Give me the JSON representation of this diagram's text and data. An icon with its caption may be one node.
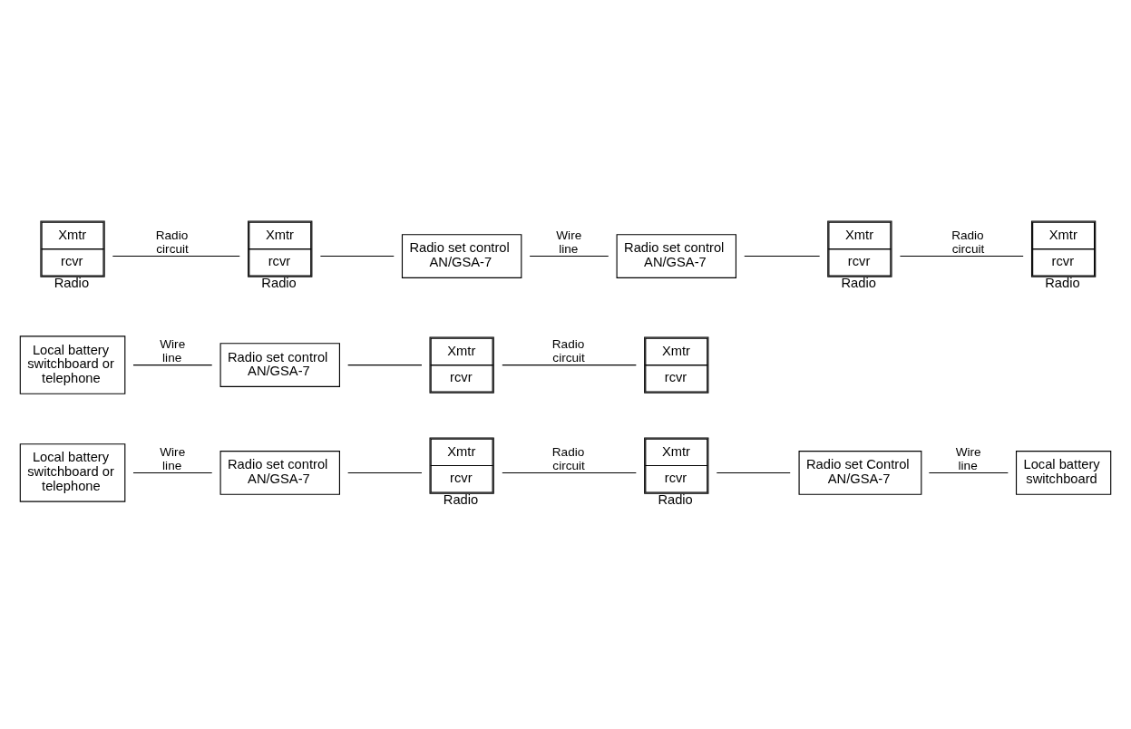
{
  "diagram": {
    "nodes": [
      {
        "text": [
          "Local battery switchboard or telephone"
        ]
      },
      {
        "text": [
          "Radio set control AN/GSA-7"
        ]
      },
      {
        "text": [
          "Xmtr",
          "rcvr"
        ],
        "beside": [
          "Radio"
        ]
      },
      {
        "text": [
          "Xmtr",
          "rcvr"
        ],
        "beside": [
          "Radio"
        ]
      },
      {
        "text": [
          "Radio set Control AN/GSA-7"
        ]
      },
      {
        "text": [
          "Local battery switchboard"
        ]
      },
      {
        "text": [
          "Local battery switchboard or telephone"
        ]
      },
      {
        "text": [
          "Radio set control AN/GSA-7"
        ]
      },
      {
        "text": [
          "Xmtr",
          "rcvr"
        ]
      },
      {
        "text": [
          "Xmtr",
          "rcvr"
        ]
      },
      {
        "text": [
          "Xmtr",
          "rcvr"
        ],
        "beside": [
          "Radio"
        ]
      },
      {
        "text": [
          "Xmtr",
          "rcvr"
        ],
        "beside": [
          "Radio"
        ]
      },
      {
        "text": [
          "Radio set control AN/GSA-7"
        ]
      },
      {
        "text": [
          "Radio set control AN/GSA-7"
        ]
      },
      {
        "text": [
          "Xmtr",
          "rcvr"
        ],
        "beside": [
          "Radio"
        ]
      },
      {
        "text": [
          "Xmtr",
          "rcvr"
        ],
        "beside": [
          "Radio"
        ]
      }
    ],
    "edges": [
      {
        "from": 0,
        "to": 1,
        "arrow": "none",
        "label": "Wire line"
      },
      {
        "from": 1,
        "to": 2,
        "arrow": "none"
      },
      {
        "from": 2,
        "to": 3,
        "arrow": "none",
        "label": "Radio circuit"
      },
      {
        "from": 3,
        "to": 4,
        "arrow": "none"
      },
      {
        "from": 4,
        "to": 5,
        "arrow": "none",
        "label": "Wire line"
      },
      {
        "from": 6,
        "to": 7,
        "arrow": "none",
        "label": "Wire line"
      },
      {
        "from": 7,
        "to": 8,
        "arrow": "none"
      },
      {
        "from": 8,
        "to": 9,
        "arrow": "none",
        "label": "Radio circuit"
      },
      {
        "from": 10,
        "to": 11,
        "arrow": "none",
        "label": "Radio circuit"
      },
      {
        "from": 11,
        "to": 12,
        "arrow": "none"
      },
      {
        "from": 12,
        "to": 13,
        "arrow": "none",
        "label": "Wire line"
      },
      {
        "from": 13,
        "to": 14,
        "arrow": "none"
      },
      {
        "from": 14,
        "to": 15,
        "arrow": "none",
        "label": "Radio circuit"
      }
    ]
  }
}
